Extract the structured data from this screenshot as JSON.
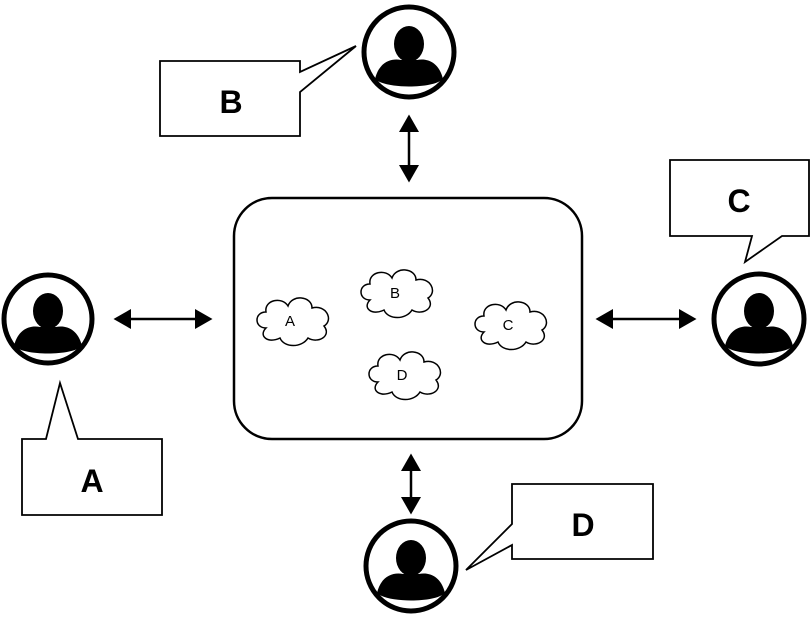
{
  "colors": {
    "stroke": "#000000",
    "fill": "#ffffff"
  },
  "users": [
    {
      "id": "A",
      "bubble_label": "A"
    },
    {
      "id": "B",
      "bubble_label": "B"
    },
    {
      "id": "C",
      "bubble_label": "C"
    },
    {
      "id": "D",
      "bubble_label": "D"
    }
  ],
  "shared_space": {
    "clouds": [
      {
        "label": "A"
      },
      {
        "label": "B"
      },
      {
        "label": "C"
      },
      {
        "label": "D"
      }
    ]
  },
  "icons": {
    "user": "user-avatar-icon",
    "arrow": "double-arrow-icon",
    "cloud": "cloud-icon",
    "bubble": "speech-bubble"
  }
}
